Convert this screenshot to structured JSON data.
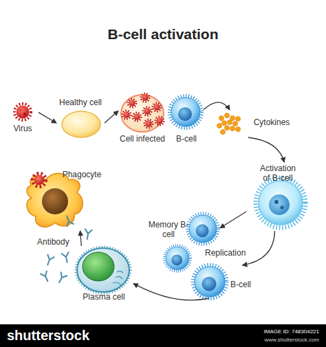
{
  "diagram": {
    "title": "B-cell activation",
    "nodes": [
      {
        "text": [
          "Virus"
        ]
      },
      {
        "text": [
          "Healthy cell"
        ]
      },
      {
        "text": [
          "Cell infected"
        ]
      },
      {
        "text": [
          "B-cell"
        ]
      },
      {
        "text": [
          "Cytokines"
        ]
      },
      {
        "text": [
          "Activation of B-cell"
        ]
      },
      {
        "text": [
          "Memory B-cell"
        ]
      },
      {
        "text": [
          "B-cell"
        ]
      },
      {
        "text": [
          "Plasma cell"
        ]
      },
      {
        "text": [
          "Phagocyte"
        ]
      }
    ],
    "edges": [
      {
        "from": 0,
        "to": 1,
        "arrow": "to"
      },
      {
        "from": 1,
        "to": 2,
        "arrow": "to"
      },
      {
        "from": 3,
        "to": 4,
        "arrow": "to"
      },
      {
        "from": 4,
        "to": 5,
        "arrow": "to"
      },
      {
        "from": 5,
        "to": 6,
        "arrow": "to"
      },
      {
        "from": 5,
        "to": 7,
        "arrow": "to"
      },
      {
        "from": 7,
        "to": 8,
        "arrow": "to"
      },
      {
        "from": 8,
        "to": 9,
        "arrow": "to"
      }
    ],
    "labels": [
      "Replication",
      "Antibody",
      "shutterstock",
      "IMAGE ID: 748304221",
      "www.shutterstock.com"
    ]
  }
}
